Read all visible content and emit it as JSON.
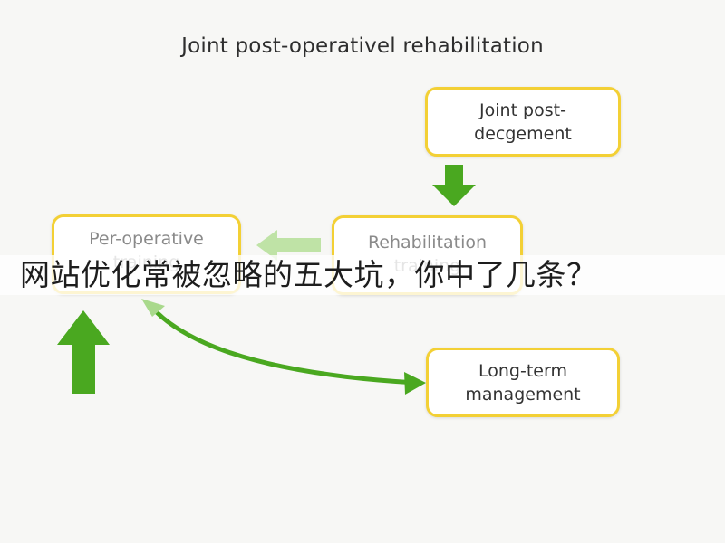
{
  "diagram": {
    "title": "Joint post-operativel rehabilitation",
    "nodes": {
      "joint": "Joint post-\ndecgement",
      "per_operative": "Per-operative\ntraining",
      "rehabilitation": "Rehabilitation\ntraining",
      "long_term": "Long-term\nmanagement"
    },
    "edges": [
      {
        "from": "joint",
        "to": "rehabilitation"
      },
      {
        "from": "rehabilitation",
        "to": "per_operative"
      },
      {
        "from": "per_operative",
        "to": "long_term",
        "bidirectional": true
      }
    ],
    "colors": {
      "box_border": "#f3d035",
      "arrow_green": "#4aa820",
      "arrow_light": "#bfe3a6",
      "text": "#333333"
    }
  },
  "overlay_caption": "网站优化常被忽略的五大坑，你中了几条？"
}
